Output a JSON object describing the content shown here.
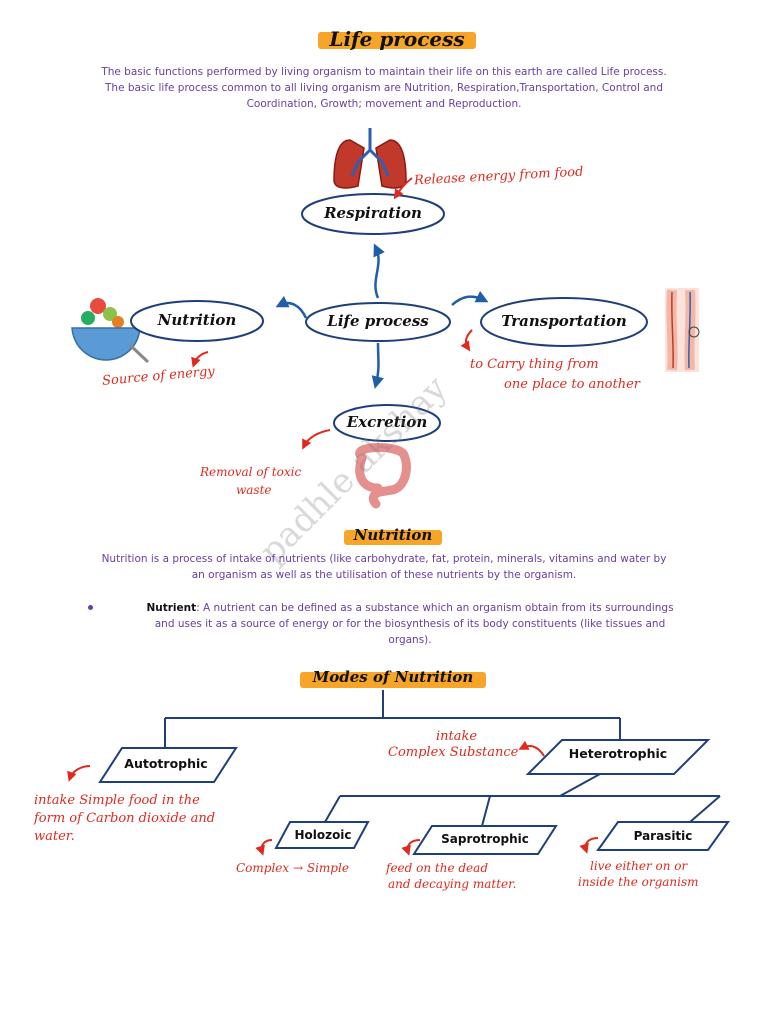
{
  "title": "Life process",
  "intro_line1": "The basic functions performed by living organism to maintain their life on this earth are called Life process.",
  "intro_line2": "The basic life process common to all living organism are Nutrition, Respiration,Transportation, Control and",
  "intro_line3": "Coordination, Growth; movement and Reproduction.",
  "diagram": {
    "center": "Life process",
    "respiration": "Respiration",
    "nutrition": "Nutrition",
    "transportation": "Transportation",
    "excretion": "Excretion",
    "note_respiration": "Release energy from food",
    "note_nutrition": "Source of energy",
    "note_transport_1": "to Carry thing from",
    "note_transport_2": "one place to another",
    "note_excretion_1": "Removal of toxic",
    "note_excretion_2": "waste"
  },
  "watermark": "padhle akshay",
  "nutrition_section": {
    "heading": "Nutrition",
    "para_line1": "Nutrition is a process of intake of nutrients (like carbohydrate, fat, protein, minerals, vitamins and water by",
    "para_line2": "an organism as well as the utilisation of these nutrients by the organism.",
    "bullet_term": "Nutrient",
    "bullet_line1": ": A nutrient can be defined as a substance which an organism obtain from its surroundings",
    "bullet_line2": "and uses it as a source of energy or for the biosynthesis of its body constituents (like tissues and",
    "bullet_line3": "organs)."
  },
  "modes": {
    "heading": "Modes of Nutrition",
    "autotrophic": "Autotrophic",
    "heterotrophic": "Heterotrophic",
    "holozoic": "Holozoic",
    "saprotrophic": "Saprotrophic",
    "parasitic": "Parasitic",
    "note_hetero_1": "intake",
    "note_hetero_2": "Complex Substance",
    "note_auto_1": "intake Simple food in the",
    "note_auto_2": "form of Carbon dioxide and",
    "note_auto_3": "water.",
    "note_holozoic": "Complex → Simple",
    "note_sapro_1": "feed on the dead",
    "note_sapro_2": "and decaying matter.",
    "note_para_1": "live either on or",
    "note_para_2": "inside the organism"
  },
  "colors": {
    "highlight": "#f7a529",
    "oval_border": "#1f3f7a",
    "arrow_blue": "#1e5fa8",
    "note_red": "#e02a1f",
    "purple_text": "#6a3ea1"
  }
}
